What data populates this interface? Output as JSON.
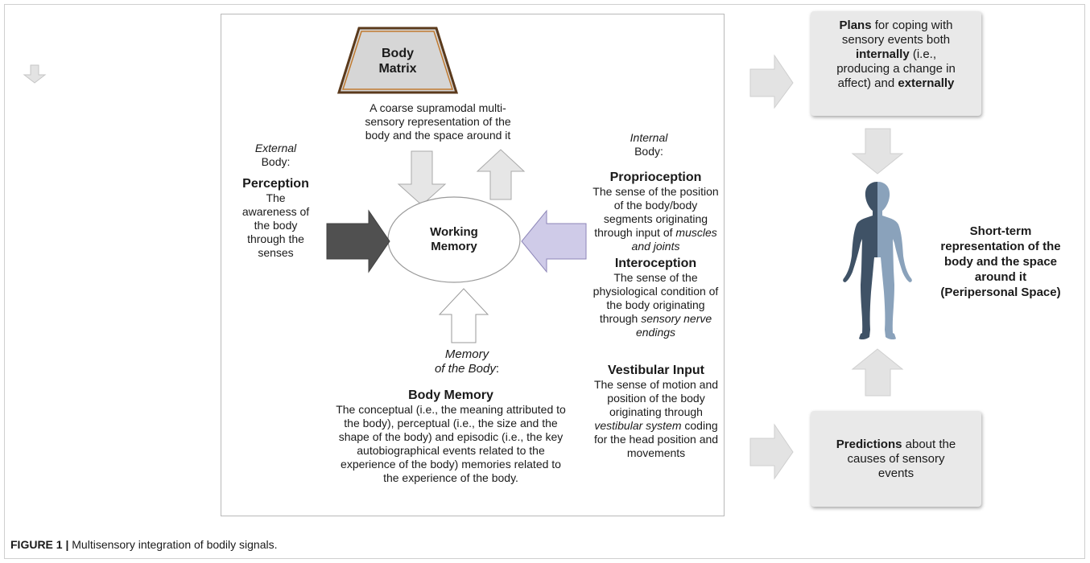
{
  "body_matrix": {
    "title_1": "Body",
    "title_2": "Matrix",
    "desc": [
      "A coarse supramodal multi-",
      "sensory representation of the",
      "body and the space around it"
    ]
  },
  "external": {
    "label_italic": "External",
    "label_rest": "Body:",
    "heading": "Perception",
    "desc": [
      "The",
      "awareness of",
      "the body",
      "through the",
      "senses"
    ]
  },
  "working_memory": {
    "line_1": "Working",
    "line_2": "Memory"
  },
  "internal": {
    "label_italic": "Internal",
    "label_rest": "Body:",
    "proprioception": {
      "heading": "Proprioception",
      "desc": [
        "The sense of the position",
        "of the body/body",
        "segments originating",
        "through input of"
      ],
      "italic_1": "muscles",
      "italic_2": "and joints"
    },
    "interoception": {
      "heading": "Interoception",
      "desc": [
        "The sense of the",
        "physiological condition of",
        "the body originating"
      ],
      "through": "through",
      "italic_1": "sensory nerve",
      "italic_2": "endings"
    },
    "vestibular": {
      "heading": "Vestibular Input",
      "desc": [
        "The sense of motion and",
        "position of the body",
        "originating through"
      ],
      "italic": "vestibular system",
      "after_italic": "coding",
      "desc_end": [
        "for the head position and",
        "movements"
      ]
    }
  },
  "memory_body": {
    "label_1": "Memory",
    "label_2": "of the Body",
    "label_colon": ":",
    "heading": "Body Memory",
    "desc": [
      "The conceptual (i.e., the meaning attributed to",
      "the body), perceptual (i.e., the size and the",
      "shape of the body) and episodic (i.e., the key",
      "autobiographical events related to the",
      "experience of the body) memories related to",
      "the experience of the body."
    ]
  },
  "plans": {
    "bold_1": "Plans",
    "rest_1": "for coping with",
    "line_2": "sensory events both",
    "bold_3": "internally",
    "rest_3": "(i.e.,",
    "line_4": "producing a change in",
    "line_5_a": "affect) and",
    "bold_5": "externally"
  },
  "short_term": [
    "Short-term",
    "representation of the",
    "body and the space",
    "around it",
    "(Peripersonal Space)"
  ],
  "predictions": {
    "bold": "Predictions",
    "rest": "about the",
    "line_2": "causes of sensory",
    "line_3": "events"
  },
  "caption": {
    "label": "FIGURE 1 |",
    "text": "Multisensory integration of bodily signals."
  },
  "colors": {
    "dark_arrow": "#505050",
    "lavender_arrow": "#cfcbe8",
    "gray_arrow": "#e3e3e3",
    "body_dark": "#3f5266",
    "body_light": "#8aa2bb",
    "matrix_border": "#7a4a22"
  }
}
